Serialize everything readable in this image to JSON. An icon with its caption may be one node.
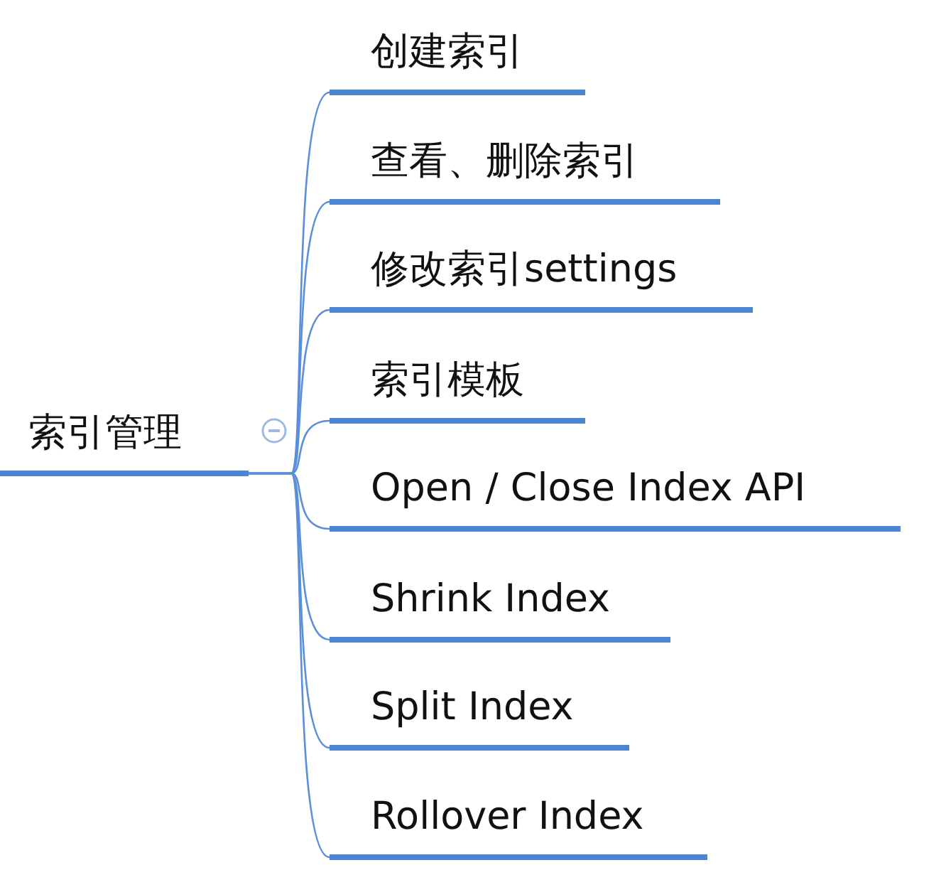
{
  "diagram": {
    "nodes": [
      {
        "text": [
          "索引管理"
        ]
      },
      {
        "text": [
          "创建索引"
        ]
      },
      {
        "text": [
          "查看、删除索引"
        ]
      },
      {
        "text": [
          "修改索引settings"
        ]
      },
      {
        "text": [
          "索引模板"
        ]
      },
      {
        "text": [
          "Open / Close Index API"
        ]
      },
      {
        "text": [
          "Shrink Index"
        ]
      },
      {
        "text": [
          "Split Index"
        ]
      },
      {
        "text": [
          "Rollover Index"
        ]
      }
    ],
    "edges": [
      {
        "from": 0,
        "to": 1,
        "arrow": "none"
      },
      {
        "from": 0,
        "to": 2,
        "arrow": "none"
      },
      {
        "from": 0,
        "to": 3,
        "arrow": "none"
      },
      {
        "from": 0,
        "to": 4,
        "arrow": "none"
      },
      {
        "from": 0,
        "to": 5,
        "arrow": "none"
      },
      {
        "from": 0,
        "to": 6,
        "arrow": "none"
      },
      {
        "from": 0,
        "to": 7,
        "arrow": "none"
      },
      {
        "from": 0,
        "to": 8,
        "arrow": "none"
      }
    ]
  }
}
